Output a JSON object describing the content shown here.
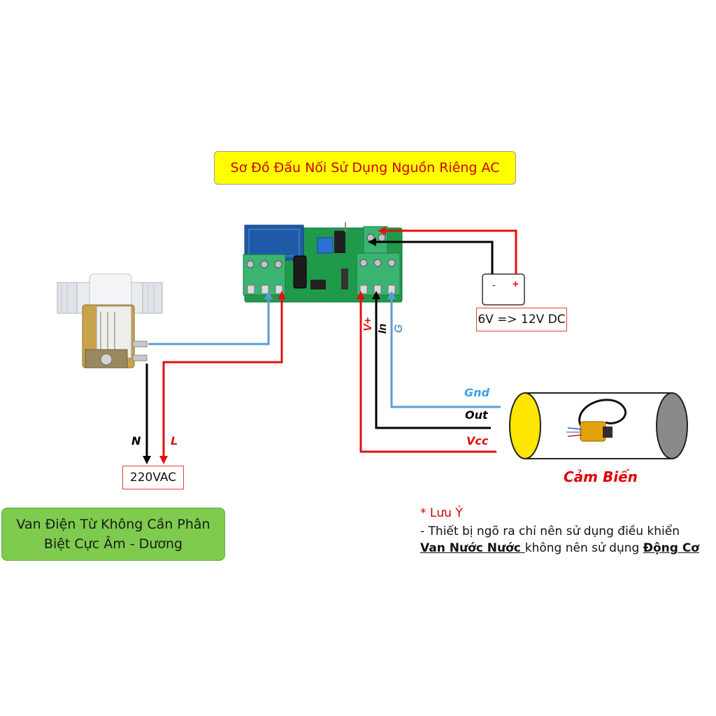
{
  "title": "Sơ Đồ Đấu Nối Sử Dụng Nguồn Riêng AC",
  "power_supply": {
    "minus": "-",
    "plus": "+",
    "label": "6V => 12V DC"
  },
  "ac_source": {
    "label": "220VAC",
    "wire_n": "N",
    "wire_l": "L"
  },
  "relay_terminals": {
    "vplus": "V+",
    "in": "In",
    "g": "G"
  },
  "sensor": {
    "wire_gnd": "Gnd",
    "wire_out": "Out",
    "wire_vcc": "Vcc",
    "label": "Cảm Biến"
  },
  "valve_note": {
    "line1": "Van Điện Từ Không Cần Phân",
    "line2": "Biệt Cực Âm - Dương"
  },
  "note": {
    "title": "* Lưu Ý",
    "line1": "-   Thiết bị ngõ ra chỉ nên sử dụng điều khiển",
    "line2_part1": "Van Nước Nước ",
    "line2_part2": "không nên sử dụng ",
    "line2_part3": "Động Cơ"
  },
  "colors": {
    "wire_red": "#e01010",
    "wire_black": "#000000",
    "wire_blue": "#5b9bd5",
    "pcb_green": "#1f9a4a",
    "terminal_green": "#3cb371",
    "relay_blue": "#1e5aa8",
    "title_bg": "#ffff00",
    "note_box_green": "#7ecb4e"
  }
}
